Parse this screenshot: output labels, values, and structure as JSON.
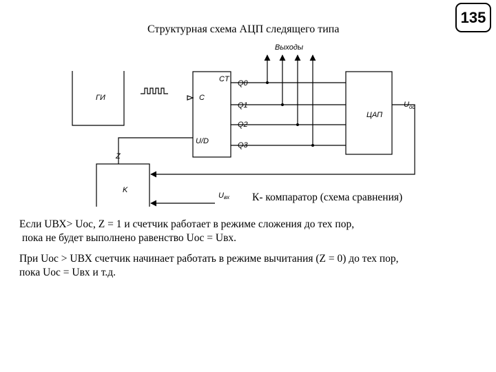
{
  "title": "Структурная схема АЦП следящего типа",
  "page_number": "135",
  "diagram": {
    "outputs_label": "Выходы",
    "gi_label": "ГИ",
    "counter": {
      "label": "CT",
      "clock_input": "C",
      "updown_input": "U/D",
      "outputs": [
        "Q0",
        "Q1",
        "Q2",
        "Q3"
      ]
    },
    "dac_label": "ЦАП",
    "feedback_label": "U",
    "feedback_subscript": "ос",
    "z_label": "Z",
    "comparator_label": "K",
    "input_label": "U",
    "input_subscript": "вх"
  },
  "comparator_note": "К- компаратор (схема сравнения)",
  "paragraphs": [
    {
      "lines": [
        "Если UВХ> Uoc, Z = 1 и счетчик работает в режиме сложения до тех пор,",
        "пока не будет выполнено равенство Uoc = Uвх."
      ]
    },
    {
      "lines": [
        "При Uoc > UВХ счетчик начинает работать в режиме вычитания (Z = 0) до тех пор,",
        "пока Uoc = Uвх и т.д."
      ]
    }
  ]
}
